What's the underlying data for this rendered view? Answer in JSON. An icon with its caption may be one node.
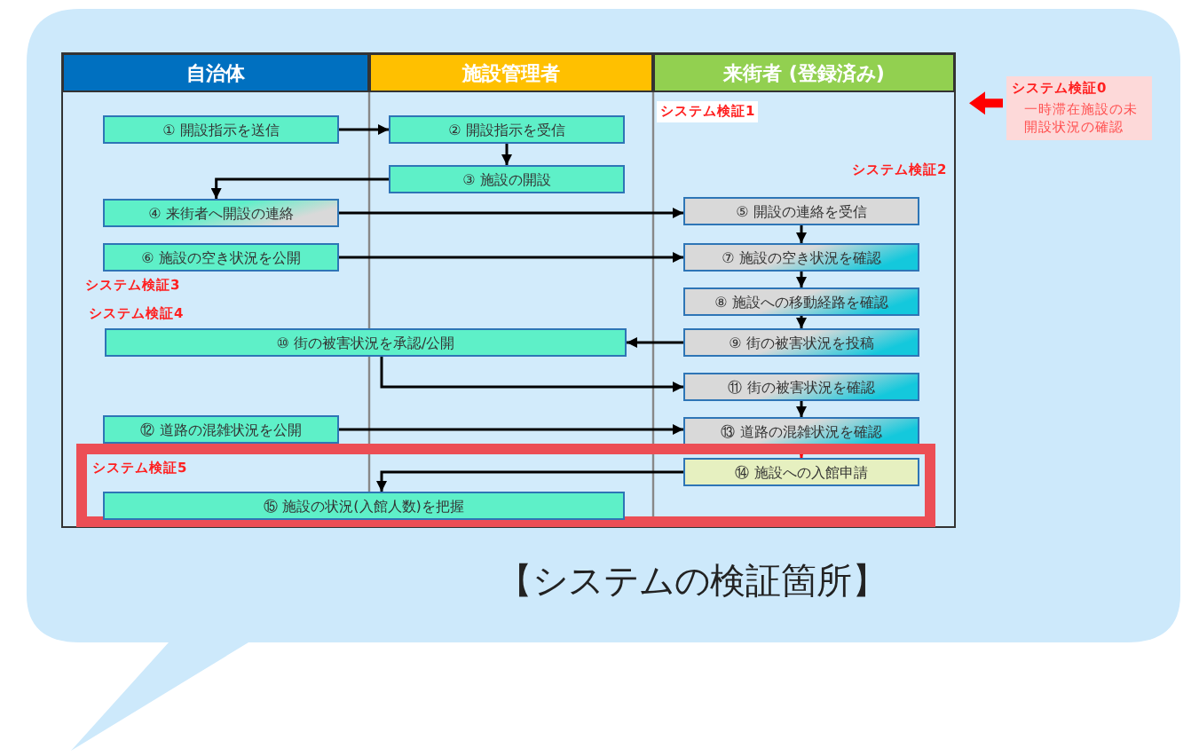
{
  "diagram": {
    "caption": "【システムの検証箇所】",
    "nodes": [
      {
        "text": [
          "自治体"
        ]
      },
      {
        "text": [
          "施設管理者"
        ]
      },
      {
        "text": [
          "来街者 (登録済み)"
        ]
      },
      {
        "text": [
          "① 開設指示を送信"
        ]
      },
      {
        "text": [
          "② 開設指示を受信"
        ]
      },
      {
        "text": [
          "③ 施設の開設"
        ]
      },
      {
        "text": [
          "④ 来街者へ開設の連絡"
        ]
      },
      {
        "text": [
          "⑤ 開設の連絡を受信"
        ]
      },
      {
        "text": [
          "⑥ 施設の空き状況を公開"
        ]
      },
      {
        "text": [
          "⑦ 施設の空き状況を確認"
        ]
      },
      {
        "text": [
          "⑧ 施設への移動経路を確認"
        ]
      },
      {
        "text": [
          "⑨ 街の被害状況を投稿"
        ]
      },
      {
        "text": [
          "⑩ 街の被害状況を承認/公開"
        ]
      },
      {
        "text": [
          "⑪ 街の被害状況を確認"
        ]
      },
      {
        "text": [
          "⑫ 道路の混雑状況を公開"
        ]
      },
      {
        "text": [
          "⑬ 道路の混雑状況を確認"
        ]
      },
      {
        "text": [
          "システム検証5"
        ]
      },
      {
        "text": [
          "⑭ 施設への入館申請"
        ],
        "in": 16
      },
      {
        "text": [
          "⑮ 施設の状況(入館人数)を把握"
        ],
        "in": 16
      },
      {
        "text": [
          "システム検証0",
          "一時滞在施設の未開設状況の確認"
        ]
      }
    ],
    "edges": [
      {
        "from": 3,
        "to": 4,
        "arrow": "to"
      },
      {
        "from": 4,
        "to": 5,
        "arrow": "to"
      },
      {
        "from": 5,
        "to": 6,
        "arrow": "to"
      },
      {
        "from": 6,
        "to": 7,
        "arrow": "to"
      },
      {
        "from": 7,
        "to": 9,
        "arrow": "to"
      },
      {
        "from": 8,
        "to": 9,
        "arrow": "to"
      },
      {
        "from": 9,
        "to": 10,
        "arrow": "to"
      },
      {
        "from": 10,
        "to": 11,
        "arrow": "to"
      },
      {
        "from": 11,
        "to": 12,
        "arrow": "to"
      },
      {
        "from": 12,
        "to": 13,
        "arrow": "to"
      },
      {
        "from": 13,
        "to": 15,
        "arrow": "to"
      },
      {
        "from": 14,
        "to": 15,
        "arrow": "to"
      },
      {
        "from": 15,
        "to": 17,
        "arrow": "to",
        "color": "#ff0000"
      },
      {
        "from": 17,
        "to": 18,
        "arrow": "to"
      },
      {
        "from": 19,
        "to": null,
        "arrow": "to",
        "style": "thick",
        "color": "#ff0000"
      }
    ],
    "labels": [
      "システム検証1",
      "システム検証2",
      "システム検証3",
      "システム検証4"
    ]
  }
}
